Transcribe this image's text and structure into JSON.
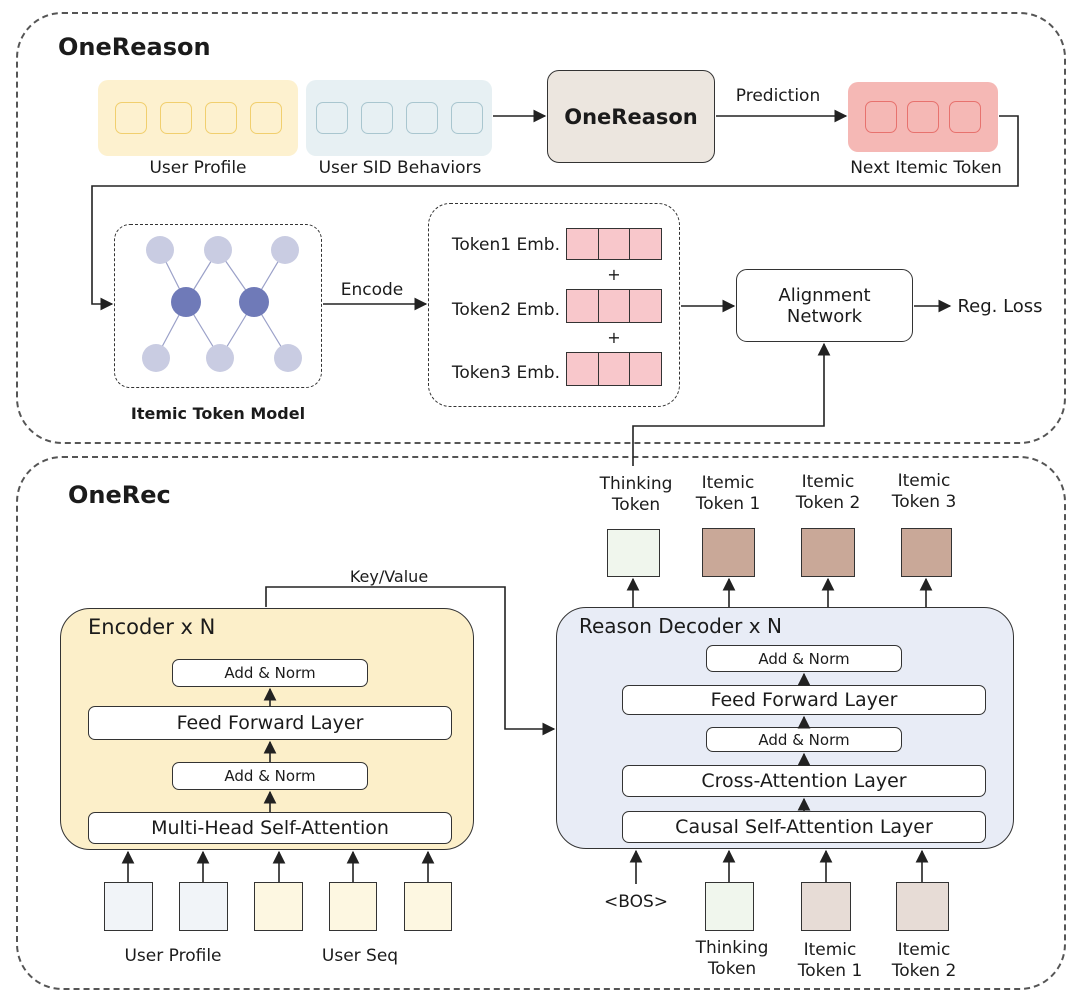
{
  "onereason": {
    "title": "OneReason",
    "user_profile_label": "User Profile",
    "user_sid_label": "User SID Behaviors",
    "model_label": "OneReason",
    "prediction_label": "Prediction",
    "next_token_label": "Next Itemic Token",
    "token_model_label": "Itemic Token Model",
    "encode_label": "Encode",
    "embeddings": [
      "Token1 Emb.",
      "Token2 Emb.",
      "Token3 Emb."
    ],
    "plus": "+",
    "alignment_label": "Alignment Network",
    "loss_label": "Reg. Loss"
  },
  "onerec": {
    "title": "OneRec",
    "key_value_label": "Key/Value",
    "encoder": {
      "title": "Encoder x N",
      "layers": [
        "Add & Norm",
        "Feed Forward Layer",
        "Add & Norm",
        "Multi-Head Self-Attention"
      ]
    },
    "decoder": {
      "title": "Reason Decoder x N",
      "layers": [
        "Add & Norm",
        "Feed Forward Layer",
        "Add & Norm",
        "Cross-Attention Layer",
        "Causal Self-Attention Layer"
      ]
    },
    "outputs": [
      "Thinking Token",
      "Itemic Token 1",
      "Itemic Token 2",
      "Itemic Token 3"
    ],
    "encoder_inputs": {
      "user_profile": "User Profile",
      "user_seq": "User Seq"
    },
    "decoder_inputs": [
      "<BOS>",
      "Thinking Token",
      "Itemic Token 1",
      "Itemic Token 2"
    ]
  },
  "colors": {
    "yellow_panel": "#fdf1cf",
    "blue_panel": "#e7f0f3",
    "model_box": "#ece6df",
    "red_panel": "#f5b8b5",
    "encoder_bg": "#fcefc9",
    "decoder_bg": "#e8ecf6",
    "node_light": "#c9cce2",
    "node_dark": "#6f7ab8",
    "emb_fill": "#f8c7cb",
    "itemic_token": "#c9a898"
  }
}
